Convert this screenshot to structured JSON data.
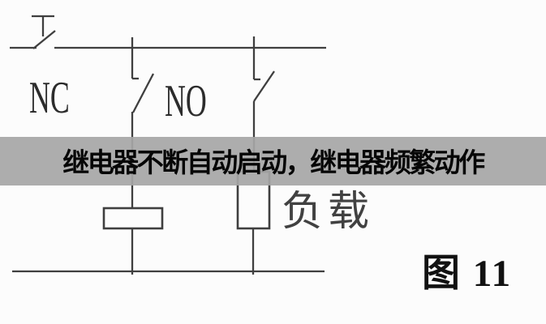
{
  "banner": {
    "title": "继电器不断自动启动，继电器频繁动作",
    "background_color": "#a6a6a6",
    "text_color": "#060606"
  },
  "diagram": {
    "labels": {
      "nc": "NC",
      "no": "NO",
      "load": "负载",
      "figure_caption": "图 11"
    },
    "line_color": "#3f3f3f",
    "background_color": "#fcfcfc",
    "symbols": [
      "nc-pushbutton-symbol",
      "no-contact-symbol-left",
      "no-contact-symbol-right",
      "relay-coil-symbol",
      "load-box-symbol"
    ]
  }
}
